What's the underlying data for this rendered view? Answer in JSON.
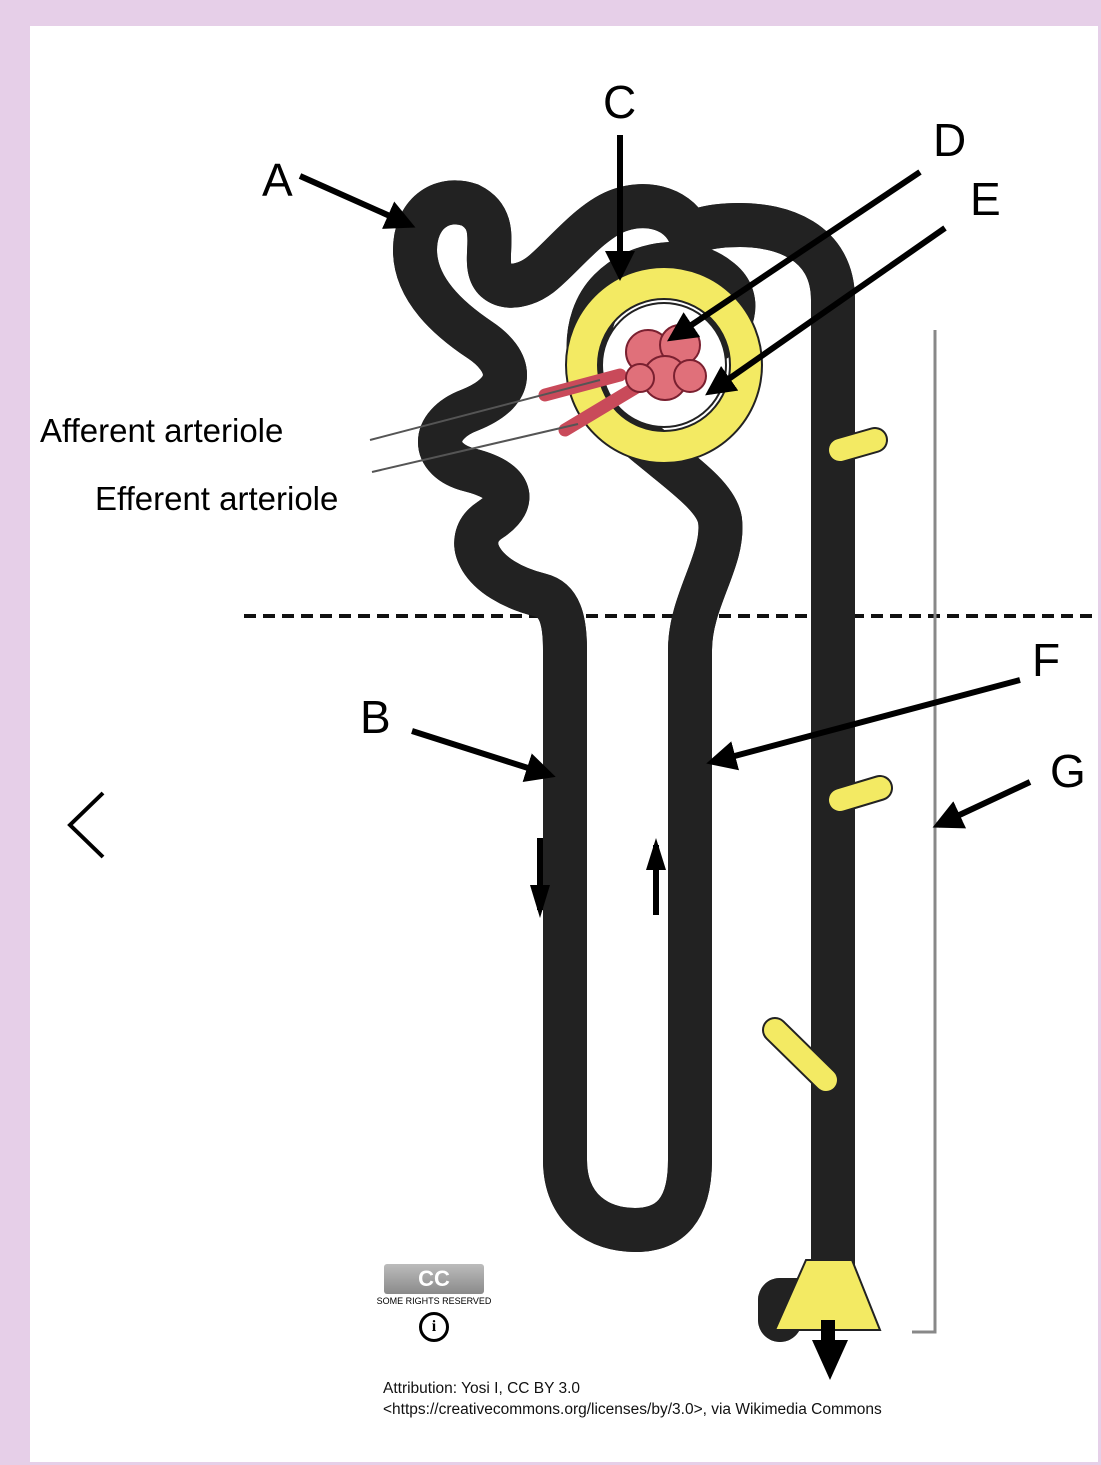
{
  "labels": {
    "a": "A",
    "b": "B",
    "c": "C",
    "d": "D",
    "e": "E",
    "f": "F",
    "g": "G",
    "afferent": "Afferent arteriole",
    "efferent": "Efferent arteriole"
  },
  "nav": {
    "prev_icon": "chevron-left-icon"
  },
  "license": {
    "badge": "CC",
    "badge_caption": "SOME RIGHTS RESERVED",
    "by_symbol": "i"
  },
  "attribution": "Attribution: Yosi I, CC BY 3.0 <https://creativecommons.org/licenses/by/3.0>, via Wikimedia Commons",
  "colors": {
    "tubule": "#f3ea63",
    "tubule_outline": "#222222",
    "glomerulus": "#e0707a",
    "frame": "#e6cfe8"
  }
}
